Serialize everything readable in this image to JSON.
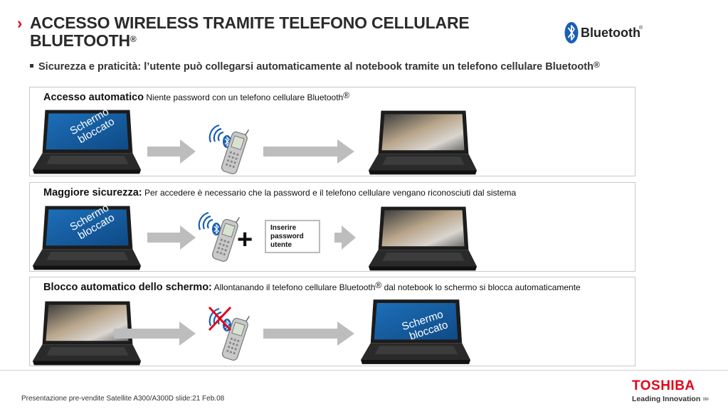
{
  "header": {
    "chevron": "›",
    "title_line1": "ACCESSO WIRELESS TRAMITE TELEFONO CELLULARE",
    "title_line2": "BLUETOOTH",
    "registered": "®",
    "logo_text": "Bluetooth",
    "logo_reg": "®"
  },
  "bullet": {
    "text": "Sicurezza e praticità: l’utente può collegarsi automaticamente al notebook tramite un telefono cellulare Bluetooth",
    "registered": "®"
  },
  "panels": [
    {
      "heading": "Accesso automatico",
      "description": "Niente password con un telefono cellulare Bluetooth",
      "registered": "®"
    },
    {
      "heading": "Maggiore sicurezza:",
      "description": "Per accedere è necessario che la password e il telefono cellulare vengano riconosciuti dal sistema"
    },
    {
      "heading": "Blocco automatico dello schermo:",
      "description": "Allontanando il telefono cellulare Bluetooth",
      "registered": "®",
      "description_after": " dal notebook lo schermo si blocca automaticamente"
    }
  ],
  "screen_locked_label": {
    "line1": "Schermo",
    "line2": "bloccato"
  },
  "password_box": {
    "line1": "Inserire",
    "line2": "password",
    "line3": "utente"
  },
  "plus": "+",
  "footer": {
    "text": "Presentazione pre-vendite Satellite A300/A300D   slide:21   Feb.08",
    "brand": "TOSHIBA",
    "tagline": "Leading Innovation",
    "tagline_icon": "»»"
  },
  "colors": {
    "accent": "#e1061a",
    "bluetooth_blue": "#1a5fb4",
    "arrow_gray": "#bdbdbd"
  },
  "icons": [
    "chevron-right-icon",
    "bluetooth-logo-icon",
    "bluetooth-signal-icon",
    "cellphone-icon",
    "no-signal-cross-icon",
    "double-chevron-icon"
  ]
}
